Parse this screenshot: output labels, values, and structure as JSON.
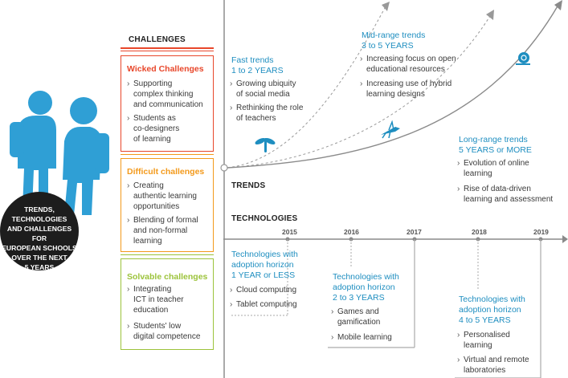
{
  "emblem": {
    "title": "TRENDS, TECHNOLOGIES\nAND CHALLENGES FOR\nEUROPEAN SCHOOLS\nOVER THE NEXT\n5 YEARS",
    "colors": {
      "figures": "#2f9fd5",
      "circle": "#1d1d1d"
    }
  },
  "challenges": {
    "heading": "CHALLENGES",
    "groups": [
      {
        "title": "Wicked Challenges",
        "color": "#e8472b",
        "items": [
          "Supporting\ncomplex thinking\nand communication",
          "Students as\nco-designers\nof learning"
        ]
      },
      {
        "title": "Difficult challenges",
        "color": "#f39a1c",
        "items": [
          "Creating\nauthentic learning\nopportunities",
          "Blending of formal\nand non-formal\nlearning"
        ]
      },
      {
        "title": "Solvable challenges",
        "color": "#9cc33b",
        "items": [
          "Integrating\nICT in teacher\neducation",
          "Students' low\ndigital competence"
        ]
      }
    ]
  },
  "trends": {
    "heading": "TRENDS",
    "groups": [
      {
        "title": "Fast trends\n1 to 2 YEARS",
        "icon": "dragonfly-icon",
        "items": [
          "Growing ubiquity\nof social media",
          "Rethinking the role\nof teachers"
        ]
      },
      {
        "title": "Mid-range trends\n3 to 5 YEARS",
        "icon": "grasshopper-icon",
        "items": [
          "Increasing focus on open\neducational resources",
          "Increasing use of hybrid\nlearning designs"
        ]
      },
      {
        "title": "Long-range trends\n5 YEARS or MORE",
        "icon": "snail-icon",
        "items": [
          "Evolution of online\nlearning",
          "Rise of data-driven\nlearning and assessment"
        ]
      }
    ]
  },
  "technologies": {
    "heading": "TECHNOLOGIES",
    "years": [
      "2015",
      "2016",
      "2017",
      "2018",
      "2019"
    ],
    "groups": [
      {
        "title": "Technologies with\nadoption horizon\n1 YEAR or LESS",
        "items": [
          "Cloud computing",
          "Tablet computing"
        ]
      },
      {
        "title": "Technologies with\nadoption horizon\n2 to 3 YEARS",
        "items": [
          "Games and\ngamification",
          "Mobile learning"
        ]
      },
      {
        "title": "Technologies with\nadoption horizon\n4 to 5 YEARS",
        "items": [
          "Personalised\nlearning",
          "Virtual and remote\nlaboratories"
        ]
      }
    ]
  },
  "colors": {
    "accent": "#1e8ec0",
    "axis": "#aaaaaa"
  }
}
